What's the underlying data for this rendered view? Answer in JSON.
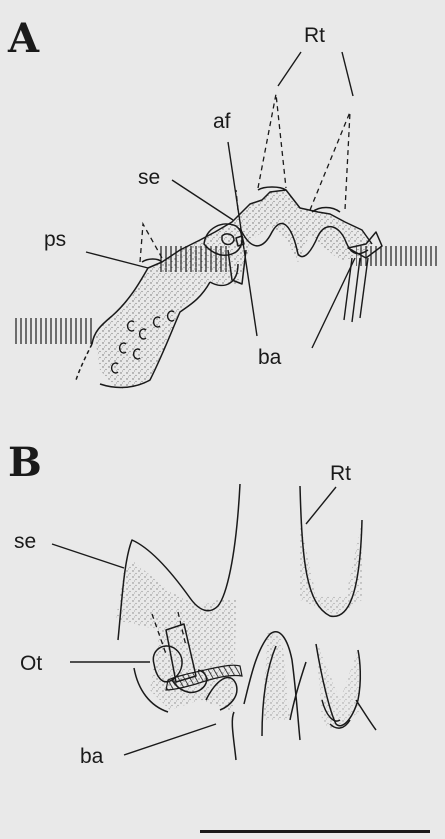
{
  "figure": {
    "panel_a": {
      "letter": "A",
      "labels": {
        "rt": "Rt",
        "af": "af",
        "se": "se",
        "ps": "ps",
        "ba": "ba"
      }
    },
    "panel_b": {
      "letter": "B",
      "labels": {
        "rt": "Rt",
        "se": "se",
        "ot": "Ot",
        "ba": "ba"
      }
    }
  }
}
